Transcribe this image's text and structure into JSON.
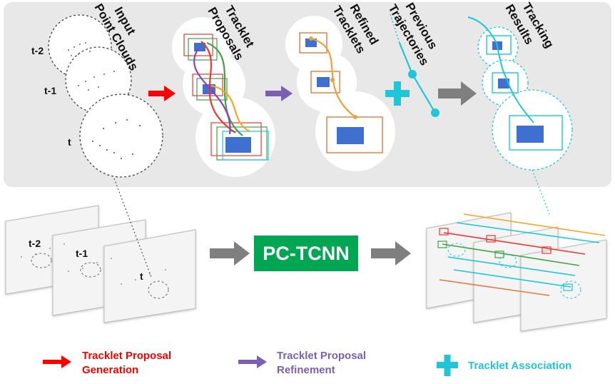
{
  "top_panel": {
    "input_title": [
      "Input",
      "Point Clouds"
    ],
    "frame_labels": [
      "t-2",
      "t-1",
      "t"
    ],
    "proposals_title": [
      "Tracklet",
      "Proposals"
    ],
    "refined_title": [
      "Refined",
      "Tracklets"
    ],
    "previous_title": [
      "Previous",
      "Trajectories"
    ],
    "results_title": [
      "Tracking",
      "Results"
    ]
  },
  "bottom_panel": {
    "frame_labels": [
      "t-2",
      "t-1",
      "t"
    ],
    "method_label": "PC-TCNN",
    "method_color": "#00a651"
  },
  "legend": [
    {
      "label_lines": [
        "Tracklet Proposal",
        "Generation"
      ],
      "color": "#ff0000",
      "icon": "red-arrow-icon"
    },
    {
      "label_lines": [
        "Tracklet Proposal",
        "Refinement"
      ],
      "color": "#7b5fb1",
      "icon": "purple-arrow-icon"
    },
    {
      "label_lines": [
        "Tracklet Association"
      ],
      "color": "#1ec6d8",
      "icon": "cyan-plus-icon"
    }
  ],
  "colors": {
    "panel_bg": "#e8e8e8",
    "gray_arrow": "#7f7f7f",
    "orange_box": "#e07b39",
    "cyan": "#1ec6d8"
  }
}
